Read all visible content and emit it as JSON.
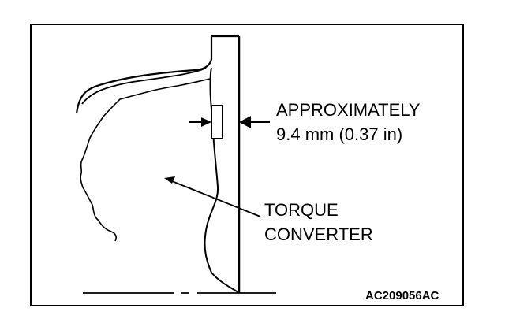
{
  "dimension": {
    "line1": "APPROXIMATELY",
    "line2": "9.4 mm (0.37 in)"
  },
  "component": {
    "line1": "TORQUE",
    "line2": "CONVERTER"
  },
  "figure_code": "AC209056AC"
}
